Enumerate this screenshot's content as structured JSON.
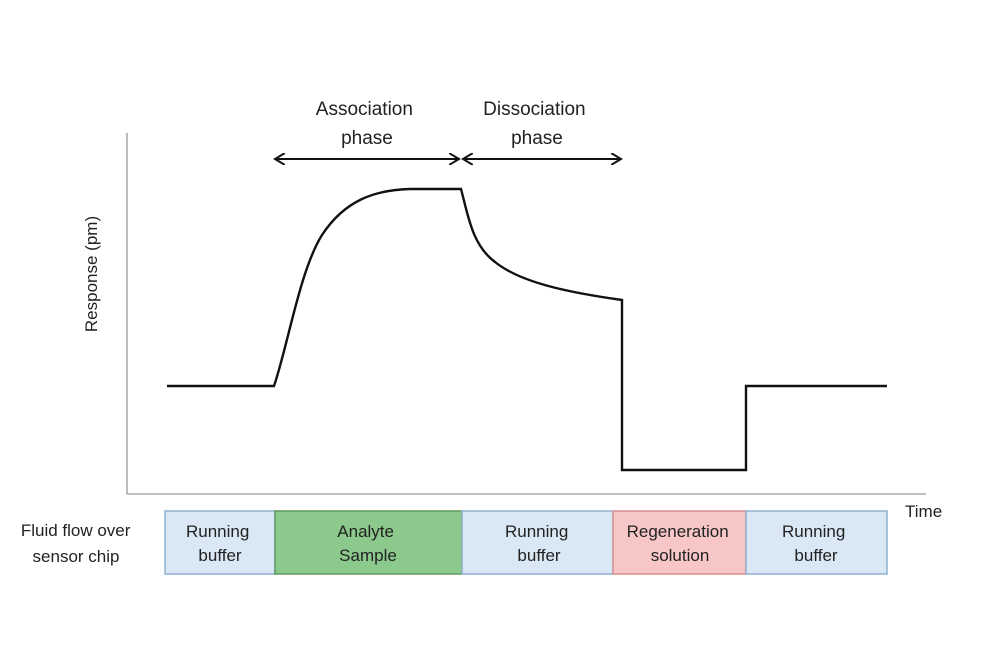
{
  "ylabel": "Response (pm)",
  "xlabel": "Time",
  "fluid_label": [
    "Fluid flow over",
    "sensor chip"
  ],
  "phases": {
    "association": [
      "Association",
      "phase"
    ],
    "dissociation": [
      "Dissociation",
      "phase"
    ]
  },
  "segments": [
    {
      "id": "running-buffer-1",
      "lines": [
        "Running",
        "buffer"
      ],
      "fill": "#dae8f5",
      "stroke": "#8fb0cf"
    },
    {
      "id": "analyte-sample",
      "lines": [
        "Analyte",
        "Sample"
      ],
      "fill": "#8cc98c",
      "stroke": "#5f9a5f"
    },
    {
      "id": "running-buffer-2",
      "lines": [
        "Running",
        "buffer"
      ],
      "fill": "#dae8f5",
      "stroke": "#8fb0cf"
    },
    {
      "id": "regeneration-solution",
      "lines": [
        "Regeneration",
        "solution"
      ],
      "fill": "#f7c6c6",
      "stroke": "#d98f8f"
    },
    {
      "id": "running-buffer-3",
      "lines": [
        "Running",
        "buffer"
      ],
      "fill": "#dae8f5",
      "stroke": "#8fb0cf"
    }
  ]
}
